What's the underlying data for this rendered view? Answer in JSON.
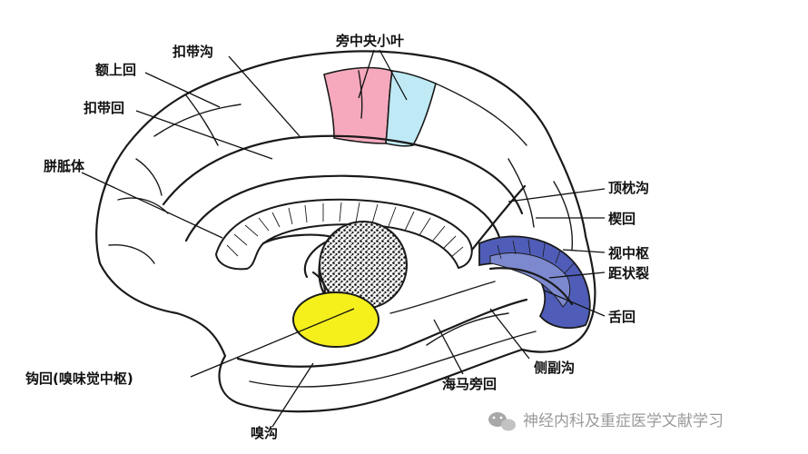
{
  "labels": {
    "cingulate_sulcus": "扣带沟",
    "superior_frontal_gyrus": "额上回",
    "cingulate_gyrus": "扣带回",
    "corpus_callosum": "胼胝体",
    "paracentral_lobule": "旁中央小叶",
    "parieto_occipital_sulcus": "顶枕沟",
    "cuneus": "楔回",
    "visual_center": "视中枢",
    "calcarine_fissure": "距状裂",
    "lingual_gyrus": "舌回",
    "collateral_sulcus": "侧副沟",
    "parahippocampal_gyrus": "海马旁回",
    "uncus": "钩回(嗅味觉中枢)",
    "olfactory_sulcus": "嗅沟"
  },
  "watermark": "神经内科及重症医学文献学习",
  "colors": {
    "paracentral_pink": "#f6a9bd",
    "paracentral_cyan": "#bfeaf5",
    "visual_blue": "#4f5db8",
    "uncus_yellow": "#f5f01c"
  }
}
